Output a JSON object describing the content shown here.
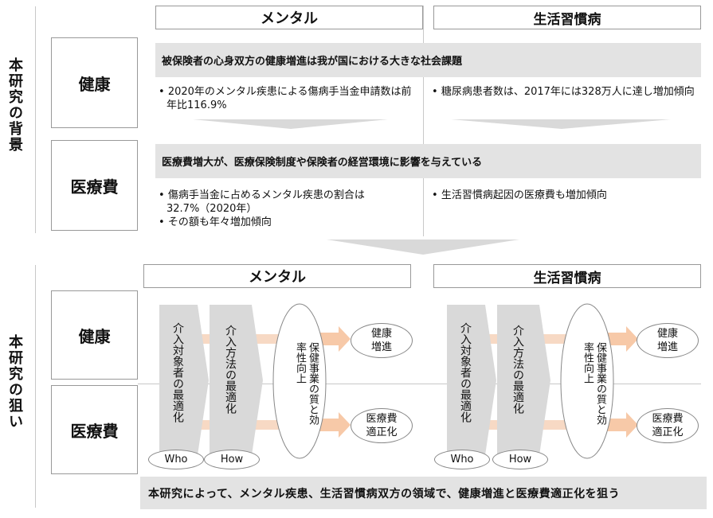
{
  "background_section": {
    "side_label": "本研究の背景",
    "col_headers": {
      "mental": "メンタル",
      "lifestyle": "生活習慣病"
    },
    "row_health": {
      "label": "健康",
      "band": "被保険者の心身双方の健康増進は我が国における大きな社会課題",
      "mental_bullets": [
        "2020年のメンタル疾患による傷病手当金申請数は前年比116.9%"
      ],
      "lifestyle_bullets": [
        "糖尿病患者数は、2017年には328万人に達し増加傾向"
      ]
    },
    "row_cost": {
      "label": "医療費",
      "band": "医療費増大が、医療保険制度や保険者の経営環境に影響を与えている",
      "mental_bullets": [
        "傷病手当金に占めるメンタル疾患の割合は32.7%（2020年）",
        "その額も年々増加傾向"
      ],
      "lifestyle_bullets": [
        "生活習慣病起因の医療費も増加傾向"
      ]
    }
  },
  "aim_section": {
    "side_label": "本研究の狙い",
    "col_headers": {
      "mental": "メンタル",
      "lifestyle": "生活習慣病"
    },
    "row_labels": {
      "health": "健康",
      "cost": "医療費"
    },
    "flow": {
      "step1": "介入対象者の最適化",
      "step2": "介入方法の最適化",
      "step3": "保健事業の質と効率性向上",
      "who": "Who",
      "how": "How",
      "result_health": "健康\n増進",
      "result_cost": "医療費\n適正化"
    },
    "conclusion": "本研究によって、メンタル疾患、生活習慣病双方の領域で、健康増進と医療費適正化を狙う"
  },
  "colors": {
    "band_gray": "#e3e3e3",
    "chevron_gray": "#d9d9d9",
    "arrow_orange": "#f7c9a8",
    "border": "#999999"
  }
}
